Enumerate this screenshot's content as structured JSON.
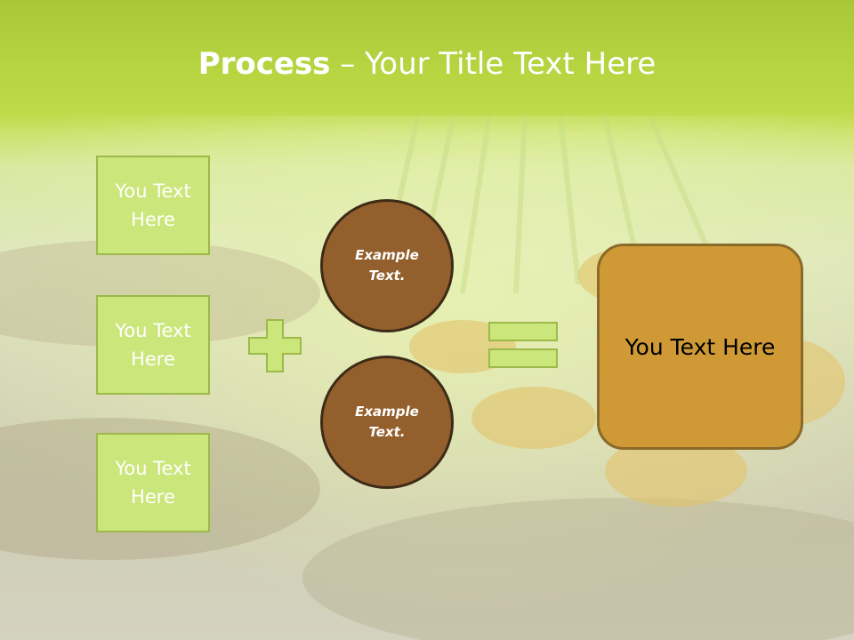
{
  "title": {
    "bold": "Process",
    "rest": " – Your Title Text Here"
  },
  "left_boxes": [
    {
      "label": "You Text Here"
    },
    {
      "label": "You Text Here"
    },
    {
      "label": "You Text Here"
    }
  ],
  "circles": [
    {
      "label": "Example Text."
    },
    {
      "label": "Example Text."
    }
  ],
  "result": {
    "label": "You Text Here"
  },
  "colors": {
    "title_band": "#a8c83a",
    "box_fill": "#cbe67a",
    "circle_fill": "#93602d",
    "result_fill": "#cf9a35",
    "operator_fill": "#cbe67a"
  }
}
